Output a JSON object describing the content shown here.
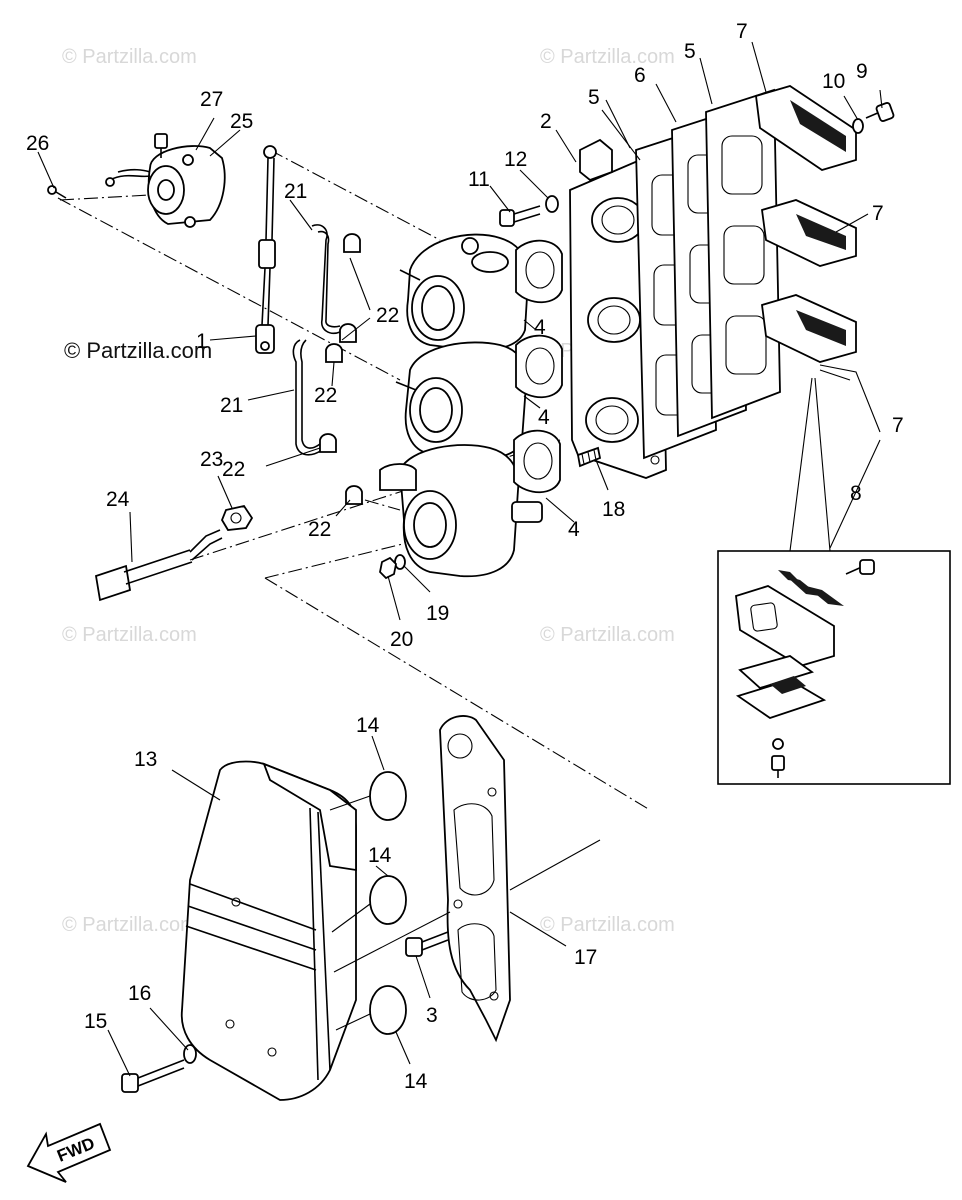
{
  "watermarks": [
    "© Partzilla.com",
    "© Partzilla.com",
    "© Partzilla.com",
    "© Partzilla.com",
    "© Partzilla.com",
    "© Partzilla.com",
    "© Partzilla.com"
  ],
  "watermark_main": "© Partzilla.com",
  "callouts": {
    "c1": "1",
    "c2": "2",
    "c3": "3",
    "c4a": "4",
    "c4b": "4",
    "c4c": "4",
    "c5a": "5",
    "c5b": "5",
    "c6": "6",
    "c7a": "7",
    "c7b": "7",
    "c7c": "7",
    "c8": "8",
    "c9": "9",
    "c10": "10",
    "c11": "11",
    "c12": "12",
    "c13": "13",
    "c14a": "14",
    "c14b": "14",
    "c14c": "14",
    "c15": "15",
    "c16": "16",
    "c17": "17",
    "c18": "18",
    "c19": "19",
    "c20": "20",
    "c21a": "21",
    "c21b": "21",
    "c22a": "22",
    "c22b": "22",
    "c22c": "22",
    "c22d": "22",
    "c23": "23",
    "c24": "24",
    "c25": "25",
    "c26": "26",
    "c27": "27"
  },
  "fwd_label": "FWD"
}
